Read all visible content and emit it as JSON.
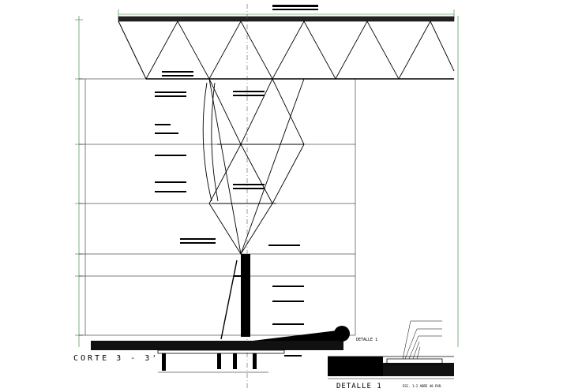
{
  "titles": {
    "section": "CORTE 3 - 3'",
    "detail": "DETALLE 1",
    "detail_callout": "DETALLE 1",
    "scale_note": "ESC. 1:2    ABRE 40 PAR."
  },
  "colors": {
    "ink": "#000000",
    "dimension": "#2e7d32",
    "axis": "#555555"
  }
}
